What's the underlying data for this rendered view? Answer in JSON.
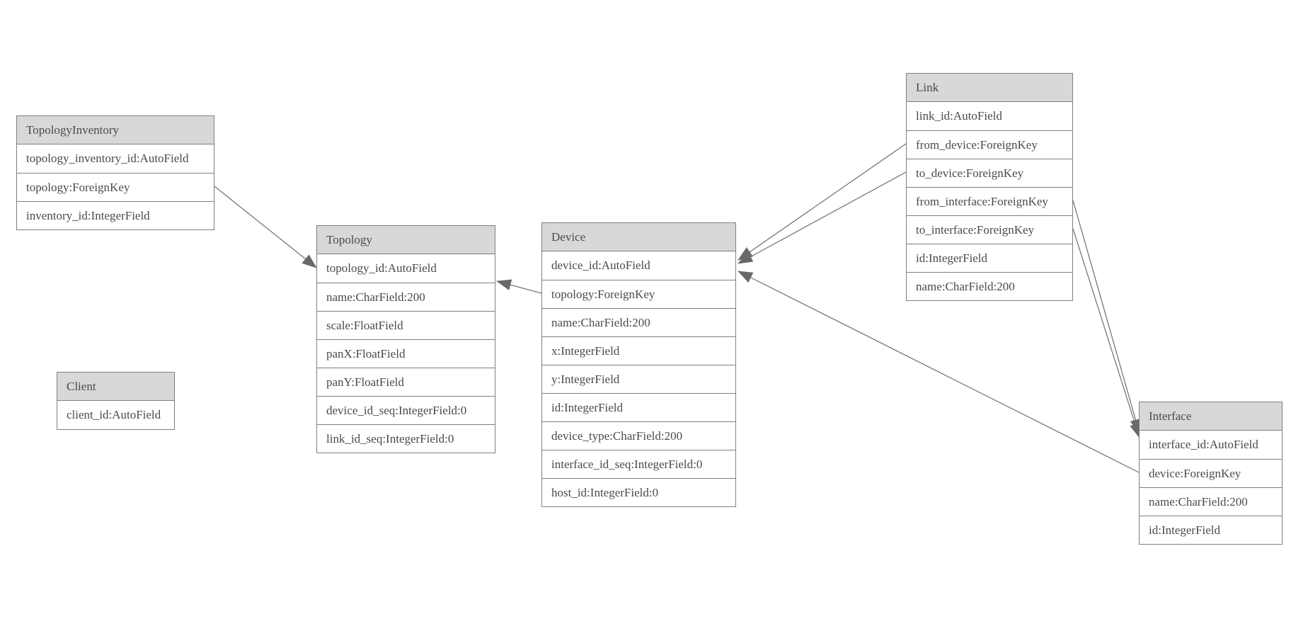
{
  "diagram": {
    "type": "entity-relationship",
    "background": "#ffffff",
    "colors": {
      "header_fill": "#d8d8d8",
      "border": "#7f7f7f",
      "text": "#4a4a4a",
      "edge_line": "#6e6e6e",
      "arrowhead": "#696969"
    },
    "tables": [
      {
        "name": "TopologyInventory",
        "fields": [
          "topology_inventory_id:AutoField",
          "topology:ForeignKey",
          "inventory_id:IntegerField"
        ]
      },
      {
        "name": "Topology",
        "fields": [
          "topology_id:AutoField",
          "name:CharField:200",
          "scale:FloatField",
          "panX:FloatField",
          "panY:FloatField",
          "device_id_seq:IntegerField:0",
          "link_id_seq:IntegerField:0"
        ]
      },
      {
        "name": "Client",
        "fields": [
          "client_id:AutoField"
        ]
      },
      {
        "name": "Device",
        "fields": [
          "device_id:AutoField",
          "topology:ForeignKey",
          "name:CharField:200",
          "x:IntegerField",
          "y:IntegerField",
          "id:IntegerField",
          "device_type:CharField:200",
          "interface_id_seq:IntegerField:0",
          "host_id:IntegerField:0"
        ]
      },
      {
        "name": "Link",
        "fields": [
          "link_id:AutoField",
          "from_device:ForeignKey",
          "to_device:ForeignKey",
          "from_interface:ForeignKey",
          "to_interface:ForeignKey",
          "id:IntegerField",
          "name:CharField:200"
        ]
      },
      {
        "name": "Interface",
        "fields": [
          "interface_id:AutoField",
          "device:ForeignKey",
          "name:CharField:200",
          "id:IntegerField"
        ]
      }
    ],
    "relationships": [
      {
        "from": "TopologyInventory.topology",
        "to": "Topology.topology_id"
      },
      {
        "from": "Device.topology",
        "to": "Topology.topology_id"
      },
      {
        "from": "Link.from_device",
        "to": "Device.device_id"
      },
      {
        "from": "Link.to_device",
        "to": "Device.device_id"
      },
      {
        "from": "Link.from_interface",
        "to": "Interface.interface_id"
      },
      {
        "from": "Link.to_interface",
        "to": "Interface.interface_id"
      },
      {
        "from": "Interface.device",
        "to": "Device.device_id"
      }
    ]
  }
}
